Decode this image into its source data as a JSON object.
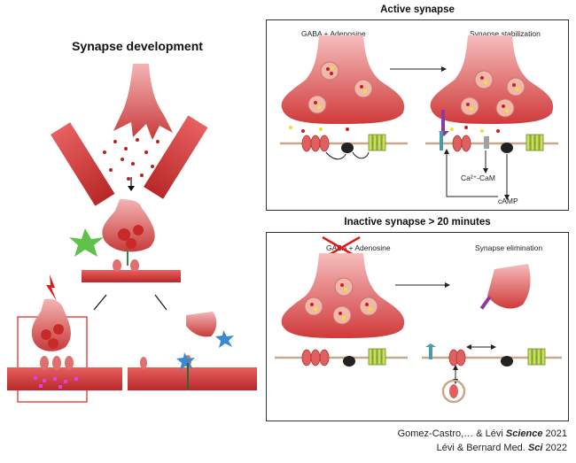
{
  "left": {
    "title": "Synapse development"
  },
  "active": {
    "title": "Active synapse",
    "label_left": "GABA + Adenosine",
    "label_right": "Synapse stabilization",
    "ca_cam": "Ca²⁺-CaM",
    "camp": "cAMP"
  },
  "inactive": {
    "title": "Inactive synapse > 20 minutes",
    "label_left": "GABA + Adenosine",
    "label_right": "Synapse elimination"
  },
  "citations": {
    "line1_authors": "Gomez-Castro,… & Lévi",
    "line1_journal": "Science",
    "line1_year": "2021",
    "line2_authors": "Lévi & Bernard",
    "line2_journal_a": "Med.",
    "line2_journal_b": "Sci",
    "line2_year": "2022"
  },
  "colors": {
    "terminal": "#d84848",
    "terminal_light": "#f0a8a8",
    "membrane": "#c8a88a",
    "receptor_green": "#c8e05a",
    "cross_red": "#e01818",
    "box_red": "#e02020"
  }
}
